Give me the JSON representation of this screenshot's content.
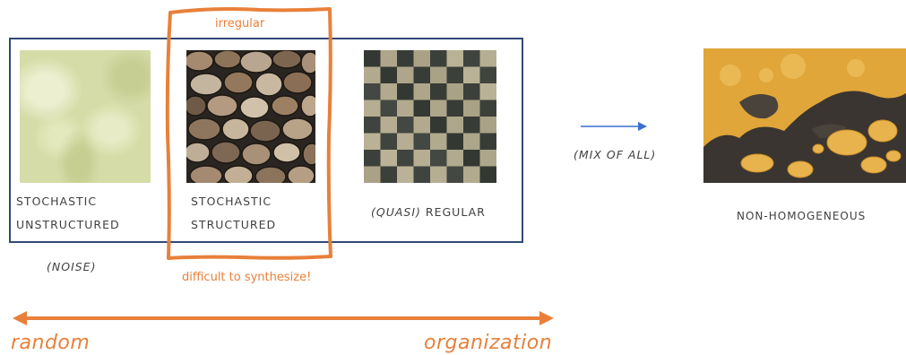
{
  "labels": {
    "irregular": "irregular",
    "difficult": "difficult to synthesize!",
    "stochastic_unstructured_1": "STOCHASTIC",
    "stochastic_unstructured_2": "UNSTRUCTURED",
    "noise": "(NOISE)",
    "stochastic_structured_1": "STOCHASTIC",
    "stochastic_structured_2": "STRUCTURED",
    "quasi": "(QUASI)",
    "regular": " REGULAR",
    "mix": "(MIX OF ALL)",
    "non_homogeneous": "NON-HOMOGENEOUS",
    "random": "random",
    "organization": "organization"
  },
  "colors": {
    "box_border": "#2f4a7a",
    "highlight": "#e8803a",
    "arrow_blue": "#3b6fd0",
    "text": "#404040"
  }
}
